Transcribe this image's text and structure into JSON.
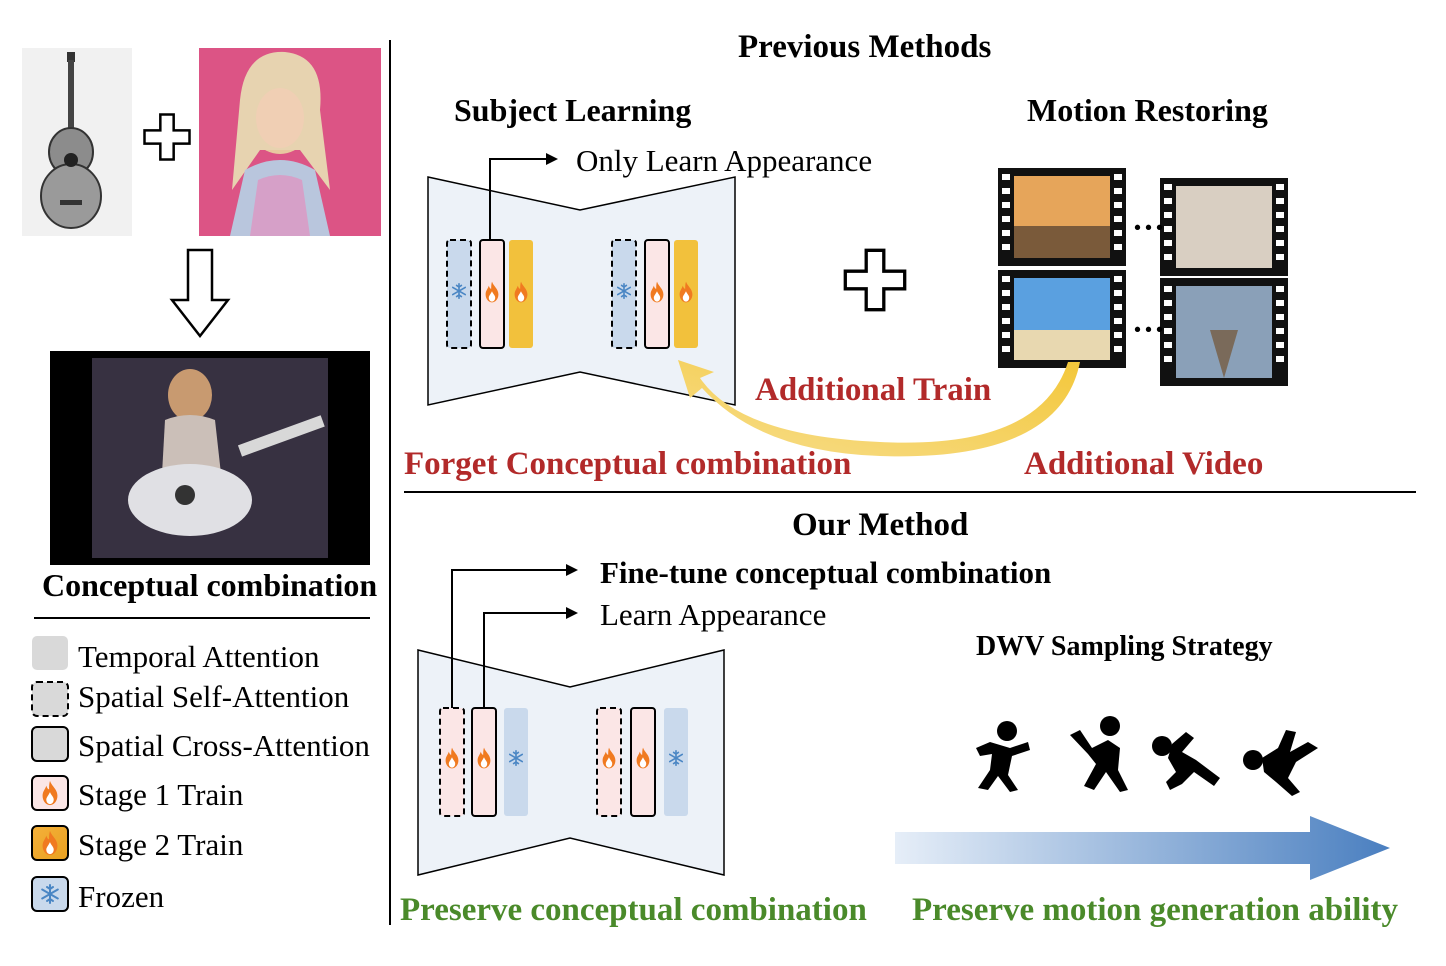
{
  "left": {
    "caption": "Conceptual combination",
    "legend": [
      {
        "label": "Temporal Attention",
        "kind": "temporal"
      },
      {
        "label": "Spatial Self-Attention",
        "kind": "self"
      },
      {
        "label": "Spatial Cross-Attention",
        "kind": "cross"
      },
      {
        "label": "Stage 1 Train",
        "kind": "stage1"
      },
      {
        "label": "Stage 2 Train",
        "kind": "stage2"
      },
      {
        "label": "Frozen",
        "kind": "frozen"
      }
    ]
  },
  "previous": {
    "title": "Previous Methods",
    "subject_learning": "Subject Learning",
    "motion_restoring": "Motion Restoring",
    "only_learn": "Only Learn Appearance",
    "additional_train": "Additional  Train",
    "forget": "Forget Conceptual combination",
    "additional_video": "Additional Video",
    "ellipsis": "···"
  },
  "ours": {
    "title": "Our Method",
    "finetune": "Fine-tune conceptual combination",
    "learn": "Learn Appearance",
    "dwv": "DWV Sampling  Strategy",
    "preserve_concept": "Preserve  conceptual combination",
    "preserve_motion": "Preserve  motion generation ability"
  },
  "colors": {
    "frozen_fill": "#c9d9ec",
    "stage1_fill": "#fbe6e6",
    "stage2_fill": "#f2c13c",
    "temporal_fill": "#d9d9d9",
    "network_fill": "#edf2f8",
    "red_text": "#b22a2a",
    "green_text": "#4a8a2a",
    "gold_arrow": "#f0c030",
    "blue_arrow": "#4a7fc0"
  },
  "icons": [
    "guitar-image",
    "singer-image",
    "film-frame",
    "fire-icon",
    "snowflake-icon",
    "running-figure-icon",
    "plus-icon"
  ]
}
